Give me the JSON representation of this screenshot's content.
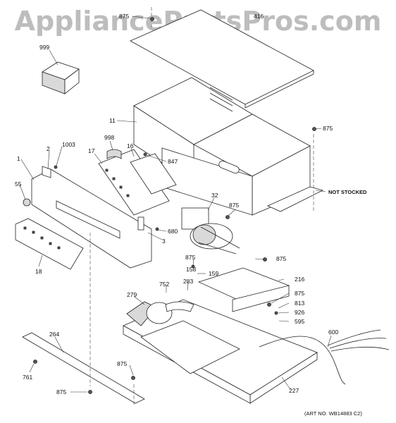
{
  "watermark": "AppliancePartsPros.com",
  "art_number": "(ART NO. WB14883 C2)",
  "not_stocked": "NOT STOCKED",
  "callouts": {
    "c875a": "875",
    "c416": "416",
    "c999": "999",
    "c11": "11",
    "c875b": "875",
    "c998": "998",
    "c1003": "1003",
    "c2": "2",
    "c17": "17",
    "c16": "16",
    "c847": "847",
    "c1": "1",
    "c55": "55",
    "c32": "32",
    "c875c": "875",
    "c680": "680",
    "c3": "3",
    "c18": "18",
    "c875d": "875",
    "c875e": "875",
    "c158": "158",
    "c159": "159",
    "c216": "216",
    "c752": "752",
    "c283": "283",
    "c279": "279",
    "c875f": "875",
    "c813": "813",
    "c926": "926",
    "c595": "595",
    "c600": "600",
    "c264": "264",
    "c761": "761",
    "c875g": "875",
    "c875h": "875",
    "c227": "227"
  }
}
